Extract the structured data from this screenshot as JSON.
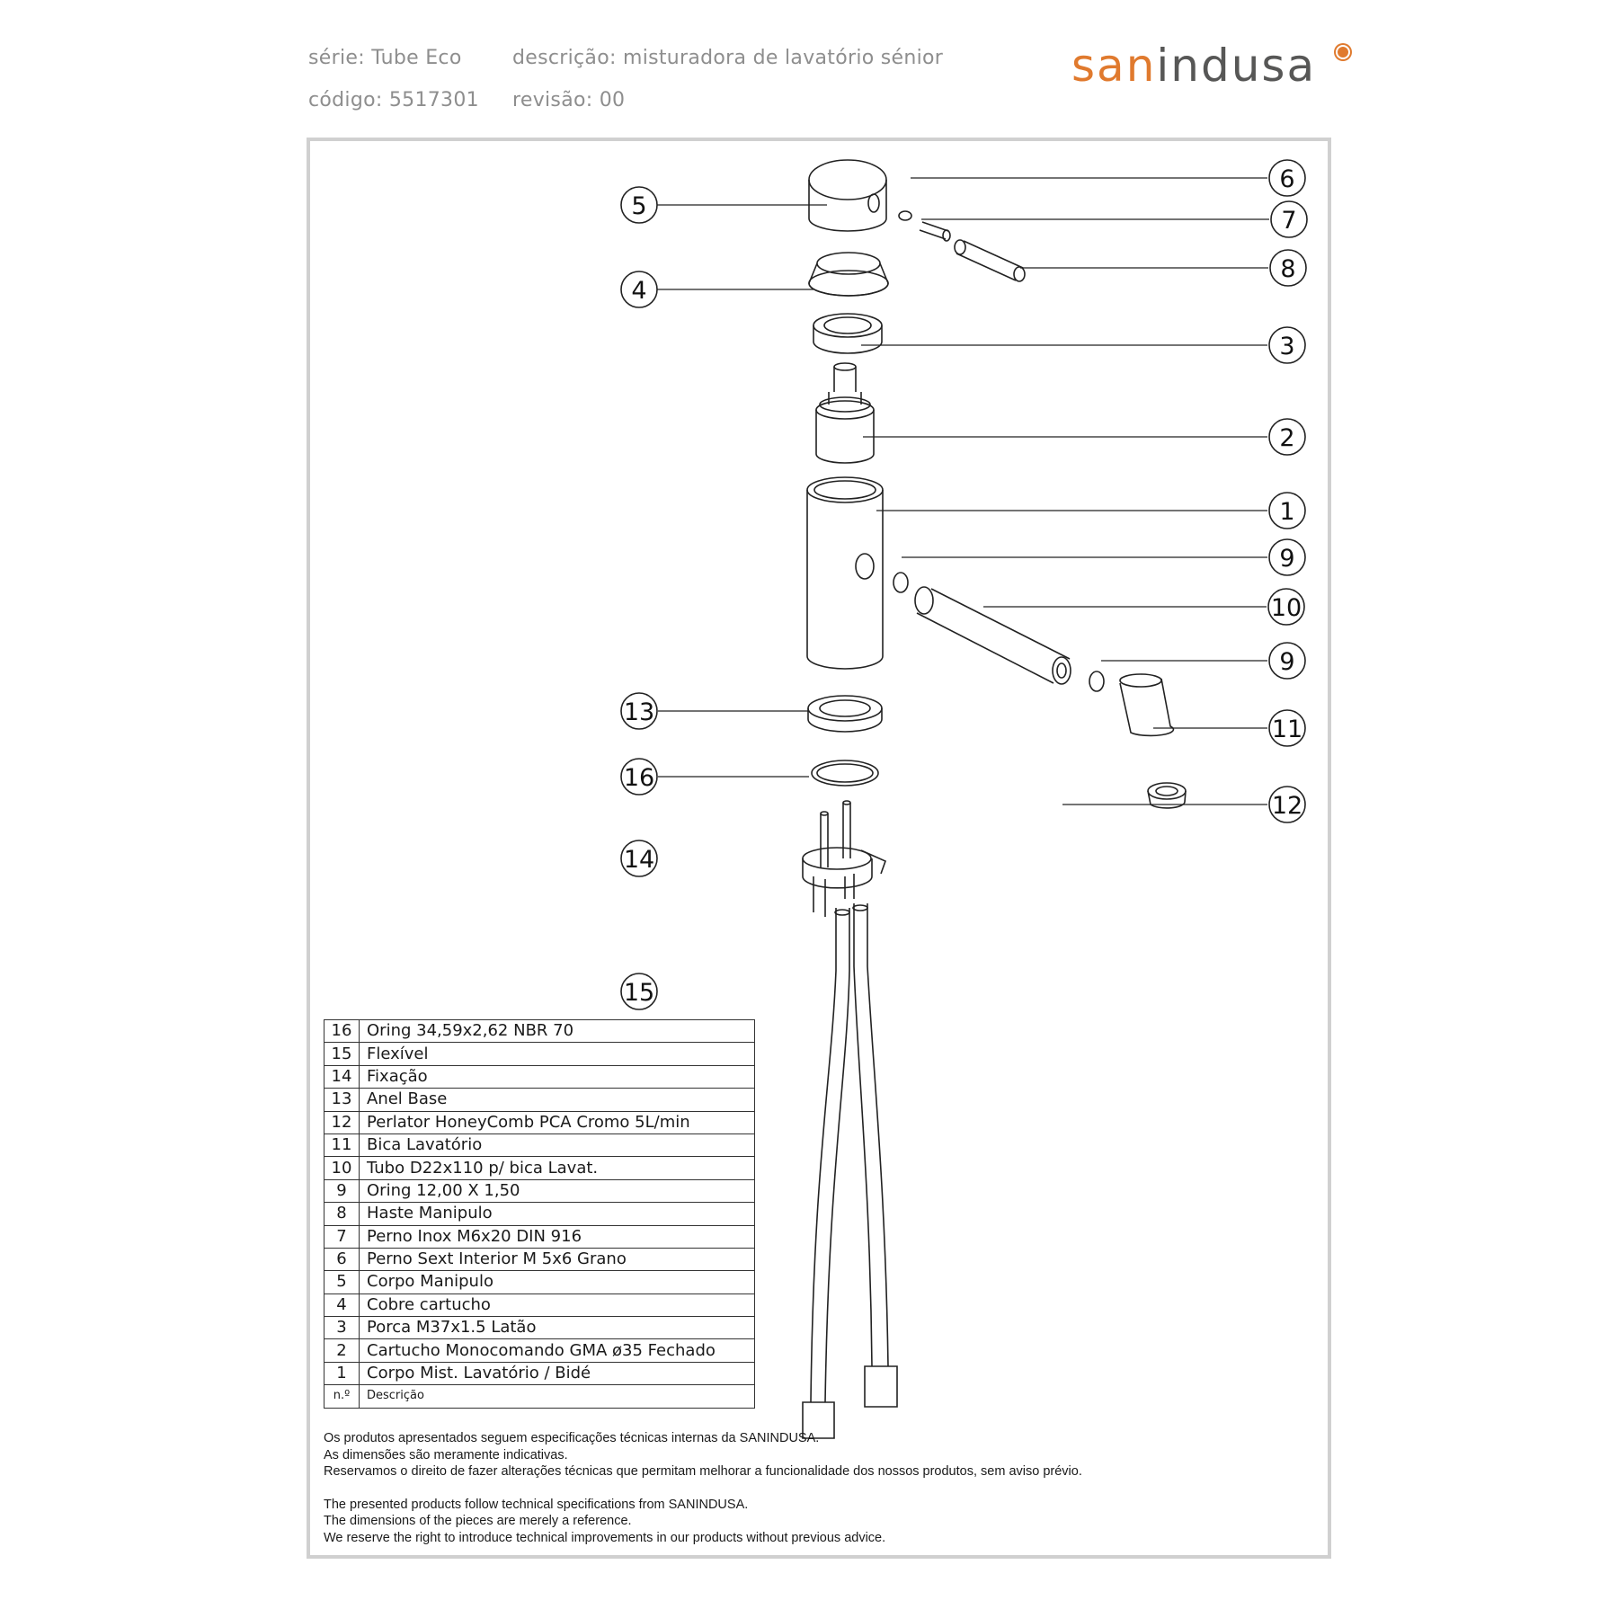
{
  "header": {
    "serie": "série: Tube Eco",
    "descricao": "descrição: misturadora de lavatório sénior",
    "codigo": "código: 5517301",
    "revisao": "revisão: 00"
  },
  "logo": {
    "part1": "san",
    "part2": "indusa"
  },
  "callouts": [
    "1",
    "2",
    "3",
    "4",
    "5",
    "6",
    "7",
    "8",
    "9",
    "10",
    "11",
    "12",
    "13",
    "14",
    "15",
    "16"
  ],
  "parts_table": {
    "rows": [
      {
        "n": "16",
        "desc": "Oring 34,59x2,62 NBR 70"
      },
      {
        "n": "15",
        "desc": "Flexível"
      },
      {
        "n": "14",
        "desc": "Fixação"
      },
      {
        "n": "13",
        "desc": "Anel Base"
      },
      {
        "n": "12",
        "desc": "Perlator HoneyComb PCA Cromo 5L/min"
      },
      {
        "n": "11",
        "desc": "Bica Lavatório"
      },
      {
        "n": "10",
        "desc": "Tubo D22x110 p/ bica Lavat."
      },
      {
        "n": "9",
        "desc": "Oring 12,00 X 1,50"
      },
      {
        "n": "8",
        "desc": "Haste Manipulo"
      },
      {
        "n": "7",
        "desc": "Perno Inox M6x20 DIN 916"
      },
      {
        "n": "6",
        "desc": "Perno Sext Interior M 5x6 Grano"
      },
      {
        "n": "5",
        "desc": "Corpo Manipulo"
      },
      {
        "n": "4",
        "desc": "Cobre cartucho"
      },
      {
        "n": "3",
        "desc": "Porca M37x1.5 Latão"
      },
      {
        "n": "2",
        "desc": "Cartucho Monocomando GMA ø35 Fechado"
      },
      {
        "n": "1",
        "desc": "Corpo Mist. Lavatório / Bidé"
      }
    ],
    "footer": {
      "n": "n.º",
      "desc": "Descrição"
    }
  },
  "notes_pt": [
    "Os produtos apresentados seguem especificações técnicas internas da SANINDUSA.",
    "As dimensões são meramente indicativas.",
    "Reservamos o direito de fazer alterações técnicas que permitam melhorar a funcionalidade dos nossos produtos, sem aviso prévio."
  ],
  "notes_en": [
    "The presented products follow technical specifications from SANINDUSA.",
    "The dimensions of the pieces are merely a reference.",
    "We reserve the right to introduce technical improvements in our products without previous advice."
  ]
}
